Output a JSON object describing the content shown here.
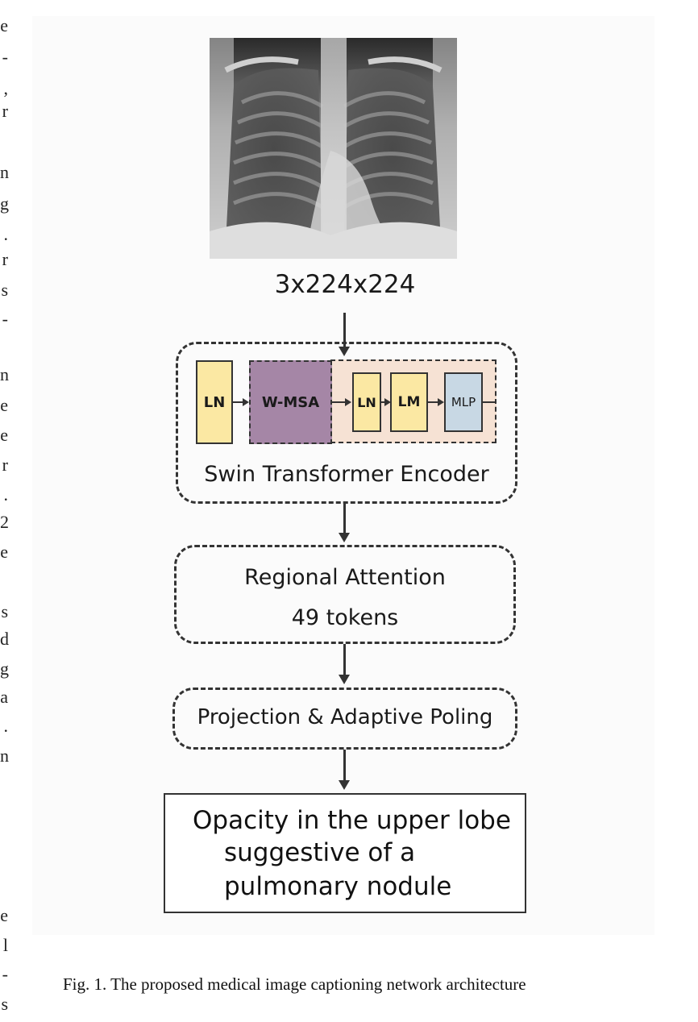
{
  "margin_fragments": [
    "e",
    "-",
    ",",
    "r",
    "n",
    "g",
    ".",
    "r",
    "s",
    "-",
    "n",
    "e",
    "e",
    "r",
    ".",
    "2",
    "e",
    "s",
    "d",
    "g",
    "a",
    ".",
    "n",
    "e",
    "l",
    "-",
    "s"
  ],
  "input": {
    "size_label": "3x224x224"
  },
  "encoder": {
    "title": "Swin Transformer Encoder",
    "blocks": {
      "ln1": "LN",
      "wmsa": "W-MSA",
      "ln2": "LN",
      "lm": "LM",
      "mlp": "MLP"
    },
    "colors": {
      "ln": "#fbe8a3",
      "wmsa": "#a586a6",
      "group_bg": "#f6e2d4",
      "mlp": "#c8d8e4"
    }
  },
  "attention": {
    "title": "Regional Attention",
    "tokens": "49 tokens"
  },
  "projection": {
    "title": "Projection & Adaptive Poling"
  },
  "output": {
    "lines": [
      "Opacity in the upper lobe",
      "suggestive of a",
      "pulmonary nodule"
    ]
  },
  "figure_caption": "Fig. 1.  The proposed medical image captioning network architecture"
}
